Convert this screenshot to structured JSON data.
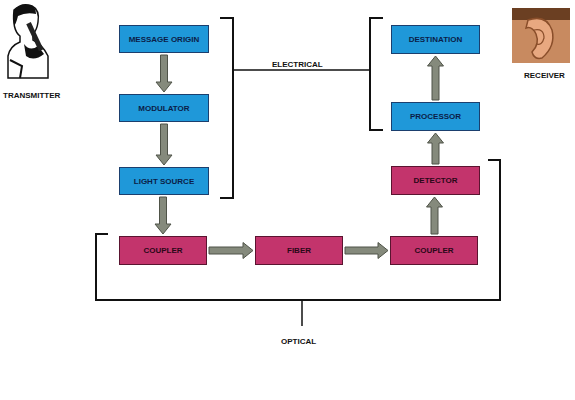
{
  "diagram": {
    "nodes": [
      {
        "text": [
          "MESSAGE ORIGIN"
        ]
      },
      {
        "text": [
          "MODULATOR"
        ]
      },
      {
        "text": [
          "LIGHT SOURCE"
        ]
      },
      {
        "text": [
          "COUPLER"
        ]
      },
      {
        "text": [
          "FIBER"
        ]
      },
      {
        "text": [
          "COUPLER"
        ]
      },
      {
        "text": [
          "DETECTOR"
        ]
      },
      {
        "text": [
          "PROCESSOR"
        ]
      },
      {
        "text": [
          "DESTINATION"
        ]
      }
    ],
    "edges": [
      {
        "from": 0,
        "to": 1,
        "arrow": "to"
      },
      {
        "from": 1,
        "to": 2,
        "arrow": "to"
      },
      {
        "from": 2,
        "to": 3,
        "arrow": "to"
      },
      {
        "from": 3,
        "to": 4,
        "arrow": "to"
      },
      {
        "from": 4,
        "to": 5,
        "arrow": "to"
      },
      {
        "from": 5,
        "to": 6,
        "arrow": "to"
      },
      {
        "from": 6,
        "to": 7,
        "arrow": "to"
      },
      {
        "from": 7,
        "to": 8,
        "arrow": "to"
      }
    ],
    "labels": [
      "TRANSMITTER",
      "RECEIVER",
      "ELECTRICAL",
      "OPTICAL"
    ]
  }
}
